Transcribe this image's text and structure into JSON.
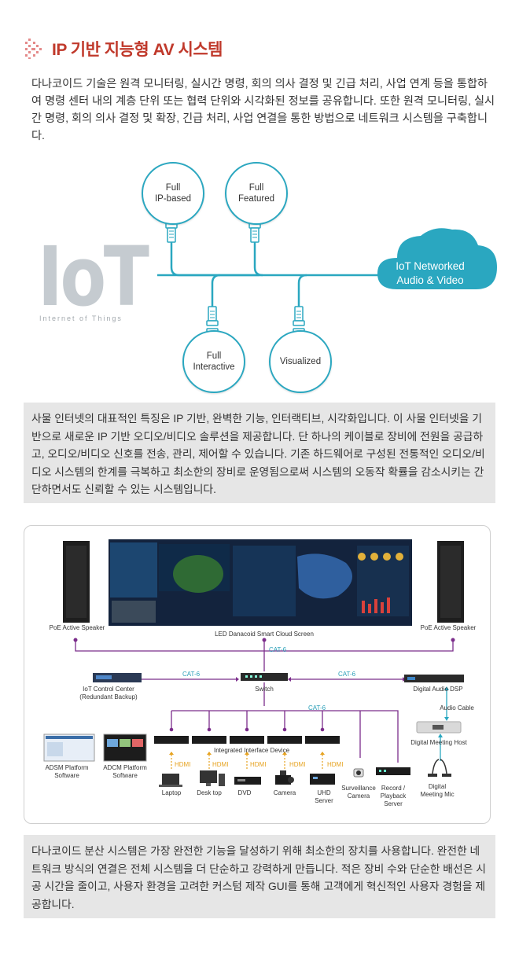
{
  "header": {
    "title": "IP 기반 지능형 AV 시스템"
  },
  "intro": "다나코이드 기술은 원격 모니터링, 실시간 명령, 회의 의사 결정 및 긴급 처리, 사업 연계 등을 통합하여 명령 센터 내의 계층 단위 또는 협력 단위와 시각화된 정보를 공유합니다. 또한 원격 모니터링, 실시간 명령, 회의 의사 결정 및 확장, 긴급 처리, 사업 연결을 통한 방법으로 네트워크 시스템을 구축합니다.",
  "iot": {
    "big": "IoT",
    "small": "Internet of Things",
    "cloud_line1": "IoT Networked",
    "cloud_line2": "Audio & Video",
    "features": [
      {
        "line1": "Full",
        "line2": "IP-based"
      },
      {
        "line1": "Full",
        "line2": "Featured"
      },
      {
        "line1": "Full",
        "line2": "Interactive"
      },
      {
        "line1": "",
        "line2": "Visualized"
      }
    ],
    "colors": {
      "accent": "#2aa7c0",
      "cloud": "#2aa7c0",
      "iot_grey": "#c5cbd0"
    }
  },
  "para2": "사물 인터넷의 대표적인 특징은 IP 기반, 완벽한 기능, 인터랙티브, 시각화입니다. 이 사물 인터넷을 기반으로 새로운 IP 기반 오디오/비디오 솔루션을 제공합니다. 단 하나의 케이블로 장비에 전원을 공급하고, 오디오/비디오 신호를 전송, 관리, 제어할 수 있습니다. 기존 하드웨어로 구성된 전통적인 오디오/비디오 시스템의 한계를 극복하고 최소한의 장비로 운영됨으로써 시스템의 오동작 확률을 감소시키는 간단하면서도 신뢰할 수 있는 시스템입니다.",
  "diagram": {
    "speaker_left": "PoE Active Speaker",
    "speaker_right": "PoE Active Speaker",
    "screen": "LED Danacoid Smart Cloud Screen",
    "cat6": "CAT-6",
    "iot_center_1": "IoT Control Center",
    "iot_center_2": "(Redundant Backup)",
    "switch": "Switch",
    "dsp": "Digital Audio DSP",
    "audio_cable": "Audio Cable",
    "meeting_host": "Digital Meeting Host",
    "interface_device": "Integrated Interface Device",
    "hdmi": "HDMI",
    "adsm_1": "ADSM Platform",
    "adsm_2": "Software",
    "adcm_1": "ADCM Platform",
    "adcm_2": "Software",
    "laptop": "Laptop",
    "desktop": "Desk top",
    "dvd": "DVD",
    "camera": "Camera",
    "uhd_1": "UHD",
    "uhd_2": "Server",
    "surv_1": "Surveillance",
    "surv_2": "Camera",
    "rec_1": "Record /",
    "rec_2": "Playback",
    "rec_3": "Server",
    "mic_1": "Digital",
    "mic_2": "Meeting Mic",
    "colors": {
      "cable": "#7b2d8b",
      "cat_label": "#2a9fb8",
      "hdmi": "#e6a21e"
    }
  },
  "para3": "다나코이드 분산 시스템은 가장 완전한 기능을 달성하기 위해 최소한의 장치를 사용합니다. 완전한 네트워크 방식의 연결은 전체 시스템을 더 단순하고 강력하게 만듭니다. 적은 장비 수와 단순한 배선은 시공 시간을 줄이고, 사용자 환경을 고려한 커스텀 제작 GUI를 통해 고객에게 혁신적인 사용자 경험을 제공합니다."
}
